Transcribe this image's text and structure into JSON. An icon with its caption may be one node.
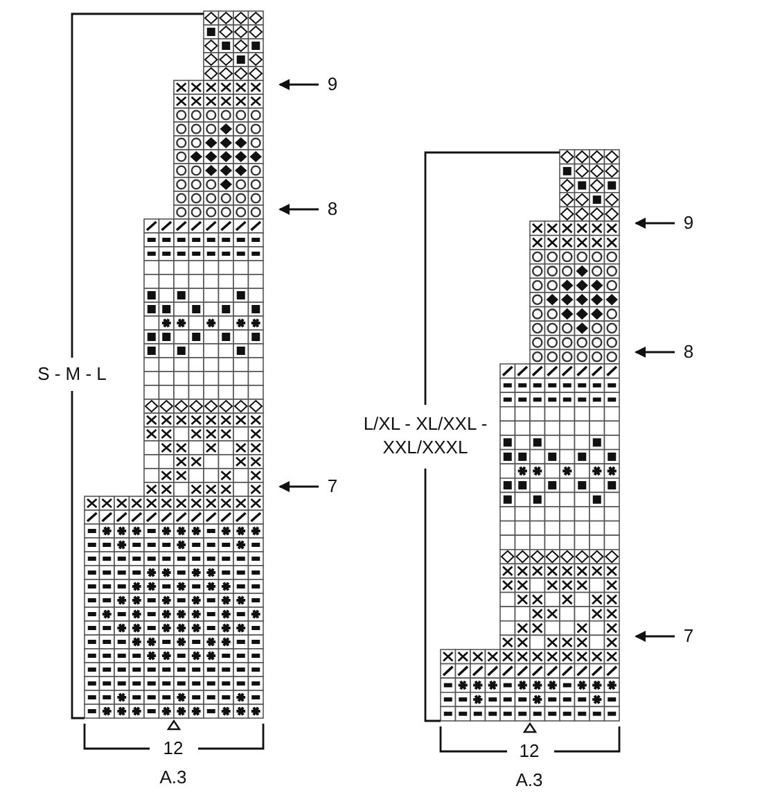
{
  "diagram": {
    "nodes": [
      {
        "text": [
          "9"
        ]
      },
      {
        "text": [
          "8"
        ]
      },
      {
        "text": [
          "7"
        ]
      },
      {
        "text": [
          "9"
        ]
      },
      {
        "text": [
          "8"
        ]
      },
      {
        "text": [
          "7"
        ]
      }
    ],
    "edges": [
      {
        "from": 0,
        "to": null,
        "arrow": "to"
      },
      {
        "from": 1,
        "to": null,
        "arrow": "to"
      },
      {
        "from": 2,
        "to": null,
        "arrow": "to"
      },
      {
        "from": 3,
        "to": null,
        "arrow": "to"
      },
      {
        "from": 4,
        "to": null,
        "arrow": "to"
      },
      {
        "from": 5,
        "to": null,
        "arrow": "to"
      }
    ],
    "labels": [
      "S - M - L",
      "12",
      "A.3",
      "L/XL - XL/XXL - XXL/XXXL",
      "12",
      "A.3"
    ]
  }
}
